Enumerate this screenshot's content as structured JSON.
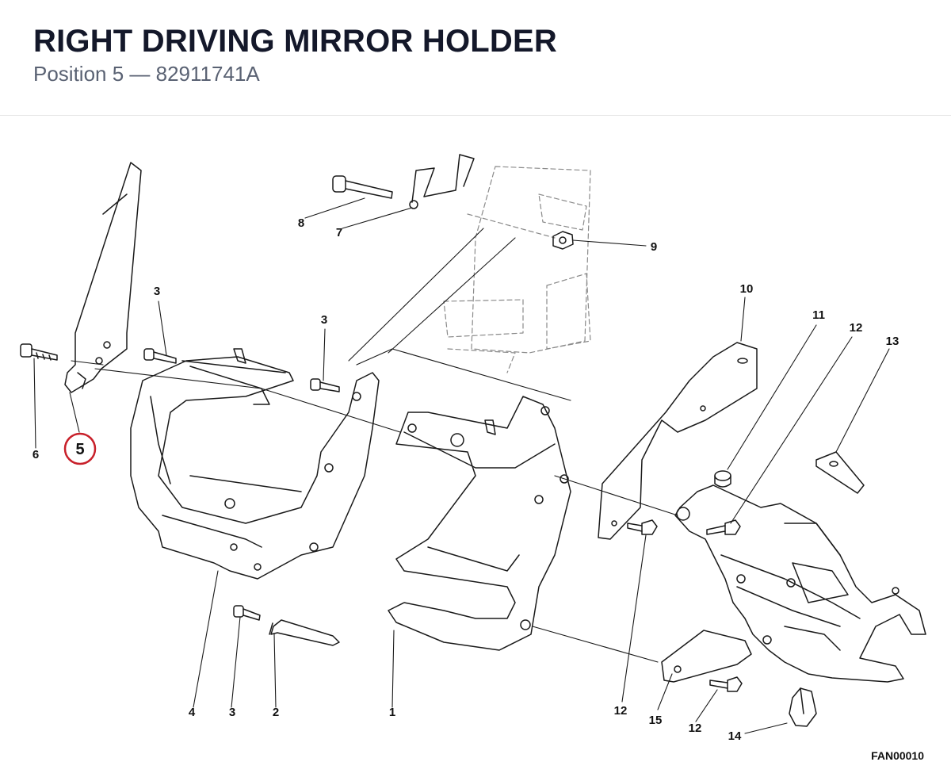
{
  "header": {
    "title": "RIGHT DRIVING MIRROR HOLDER",
    "subtitle": "Position 5 — 82911741A"
  },
  "diagram": {
    "drawing_code": "FAN00010",
    "highlighted_callout": "5",
    "highlight_color": "#c8202a",
    "line_color": "#1a1a1a",
    "ghost_color": "#8a8a8a",
    "callouts": {
      "c1": "1",
      "c2": "2",
      "c3_left": "3",
      "c3_top_a": "3",
      "c3_top_b": "3",
      "c4": "4",
      "c5": "5",
      "c6": "6",
      "c7": "7",
      "c8": "8",
      "c9": "9",
      "c10": "10",
      "c11": "11",
      "c12_top": "12",
      "c12_mid": "12",
      "c12_low": "12",
      "c13": "13",
      "c14": "14",
      "c15": "15"
    }
  }
}
